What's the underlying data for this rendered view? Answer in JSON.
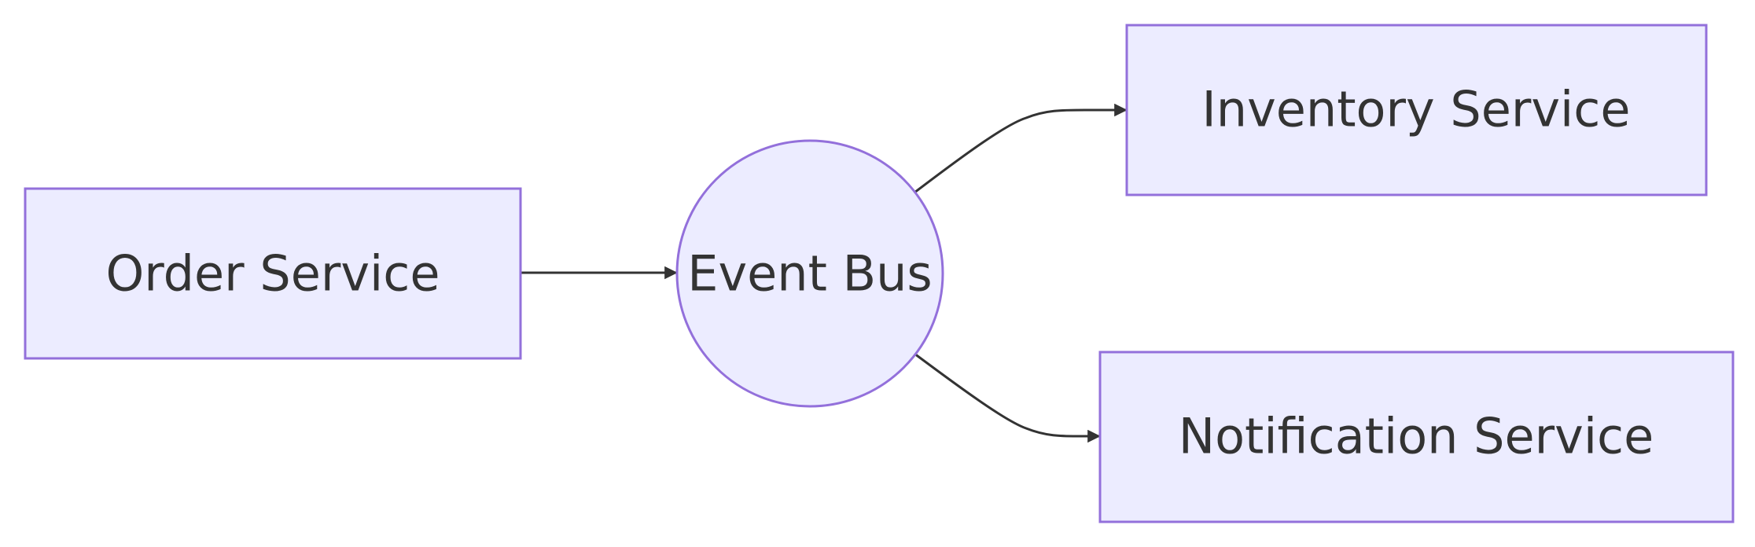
{
  "nodes": {
    "order": {
      "label": "Order Service"
    },
    "bus": {
      "label": "Event Bus"
    },
    "inventory": {
      "label": "Inventory Service"
    },
    "notification": {
      "label": "Notification Service"
    }
  },
  "edges": [
    {
      "from": "Order Service",
      "to": "Event Bus"
    },
    {
      "from": "Event Bus",
      "to": "Inventory Service"
    },
    {
      "from": "Event Bus",
      "to": "Notification Service"
    }
  ],
  "colors": {
    "node_fill": "#ECECFF",
    "node_stroke": "#9370DB",
    "edge": "#333333",
    "text": "#333333"
  }
}
